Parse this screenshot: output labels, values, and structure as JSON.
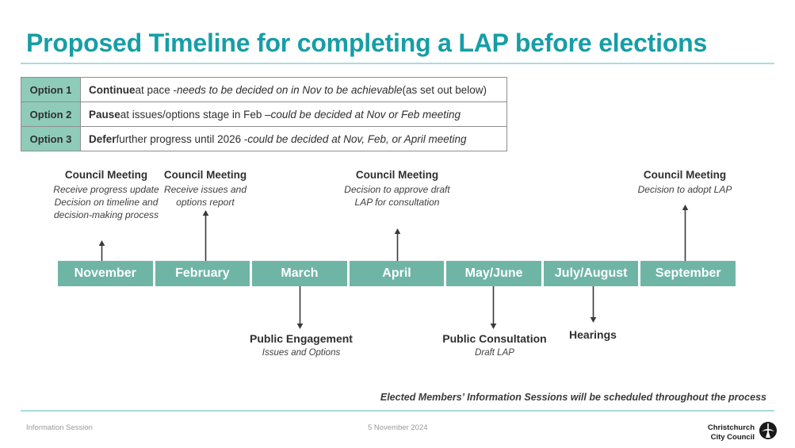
{
  "title": "Proposed Timeline for completing a LAP before elections",
  "colors": {
    "title_teal": "#169EA6",
    "rule_teal": "#A9DBDC",
    "bar_teal": "#6FB5A6",
    "option_cell_teal": "#8ECCB9"
  },
  "options": [
    {
      "label": "Option 1",
      "lead": "Continue",
      "mid": " at pace - ",
      "italic": "needs to be decided on in Nov to be achievable",
      "tail": " (as set out below)"
    },
    {
      "label": "Option 2",
      "lead": "Pause",
      "mid": " at issues/options stage in Feb – ",
      "italic": "could be decided at Nov or Feb meeting",
      "tail": ""
    },
    {
      "label": "Option 3",
      "lead": "Defer",
      "mid": " further progress until 2026 - ",
      "italic": " could be decided at Nov, Feb, or April meeting",
      "tail": ""
    }
  ],
  "timeline": {
    "segments": [
      {
        "label": "November"
      },
      {
        "label": "February"
      },
      {
        "label": "March"
      },
      {
        "label": "April"
      },
      {
        "label": "May/June"
      },
      {
        "label": "July/August"
      },
      {
        "label": "September"
      }
    ]
  },
  "annotations_above": [
    {
      "name": "november-council-meeting",
      "title": "Council Meeting",
      "sub": "Receive progress update\nDecision on timeline and decision-making process"
    },
    {
      "name": "february-council-meeting",
      "title": "Council Meeting",
      "sub": "Receive issues and options report"
    },
    {
      "name": "april-council-meeting",
      "title": "Council Meeting",
      "sub": "Decision to approve draft LAP for consultation"
    },
    {
      "name": "september-council-meeting",
      "title": "Council Meeting",
      "sub": "Decision to adopt LAP"
    }
  ],
  "annotations_below": [
    {
      "name": "march-public-engagement",
      "title": "Public Engagement",
      "sub": "Issues and Options"
    },
    {
      "name": "mayjune-public-consultation",
      "title": "Public Consultation",
      "sub": "Draft LAP"
    },
    {
      "name": "julyaugust-hearings",
      "title": "Hearings",
      "sub": ""
    }
  ],
  "footer": {
    "note": "Elected Members’ Information Sessions will be scheduled throughout the process",
    "left": "Information Session",
    "date": "5 November 2024",
    "logo_line1": "Christchurch",
    "logo_line2": "City Council"
  }
}
